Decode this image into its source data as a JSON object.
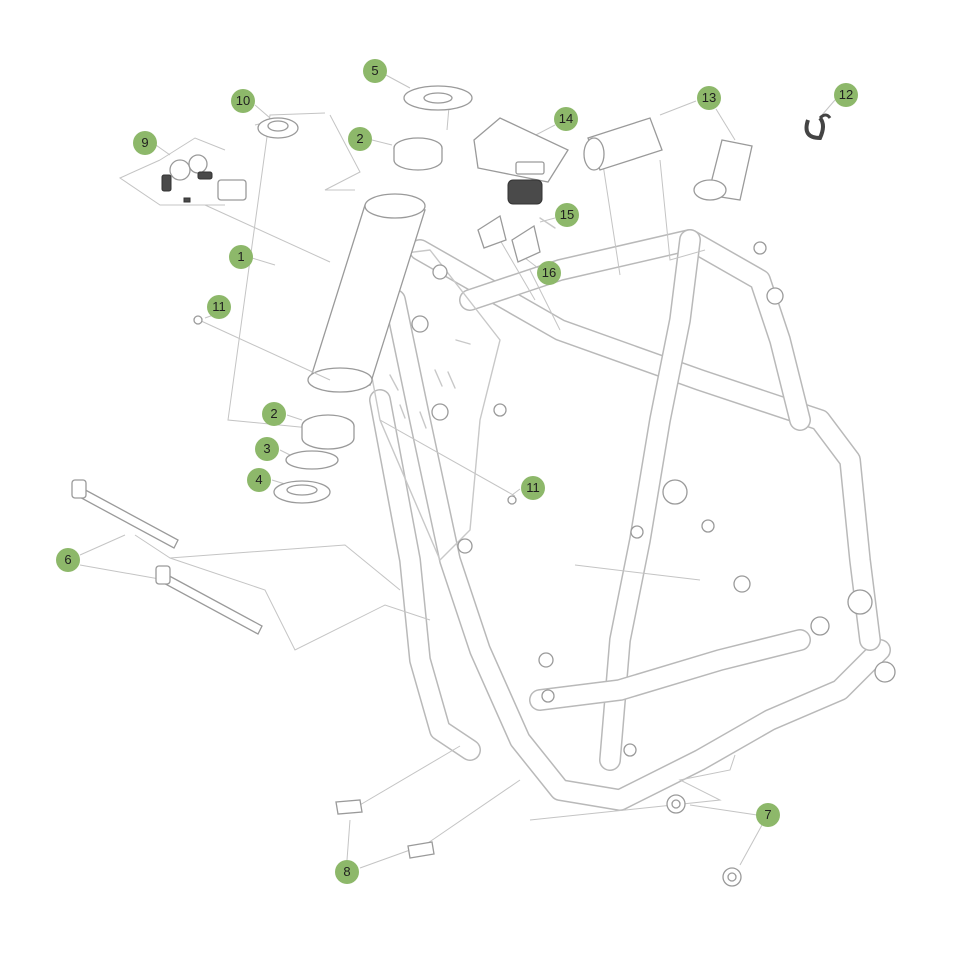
{
  "callouts": [
    {
      "id": "c1",
      "label": "1"
    },
    {
      "id": "c2a",
      "label": "2"
    },
    {
      "id": "c2b",
      "label": "2"
    },
    {
      "id": "c3",
      "label": "3"
    },
    {
      "id": "c4",
      "label": "4"
    },
    {
      "id": "c5",
      "label": "5"
    },
    {
      "id": "c6",
      "label": "6"
    },
    {
      "id": "c7",
      "label": "7"
    },
    {
      "id": "c8",
      "label": "8"
    },
    {
      "id": "c9",
      "label": "9"
    },
    {
      "id": "c10",
      "label": "10"
    },
    {
      "id": "c11a",
      "label": "11"
    },
    {
      "id": "c11b",
      "label": "11"
    },
    {
      "id": "c12",
      "label": "12"
    },
    {
      "id": "c13",
      "label": "13"
    },
    {
      "id": "c14",
      "label": "14"
    },
    {
      "id": "c15",
      "label": "15"
    },
    {
      "id": "c16",
      "label": "16"
    }
  ],
  "colors": {
    "callout_fill": "#8db86a",
    "line": "#c8c8c8",
    "background": "#ffffff"
  }
}
